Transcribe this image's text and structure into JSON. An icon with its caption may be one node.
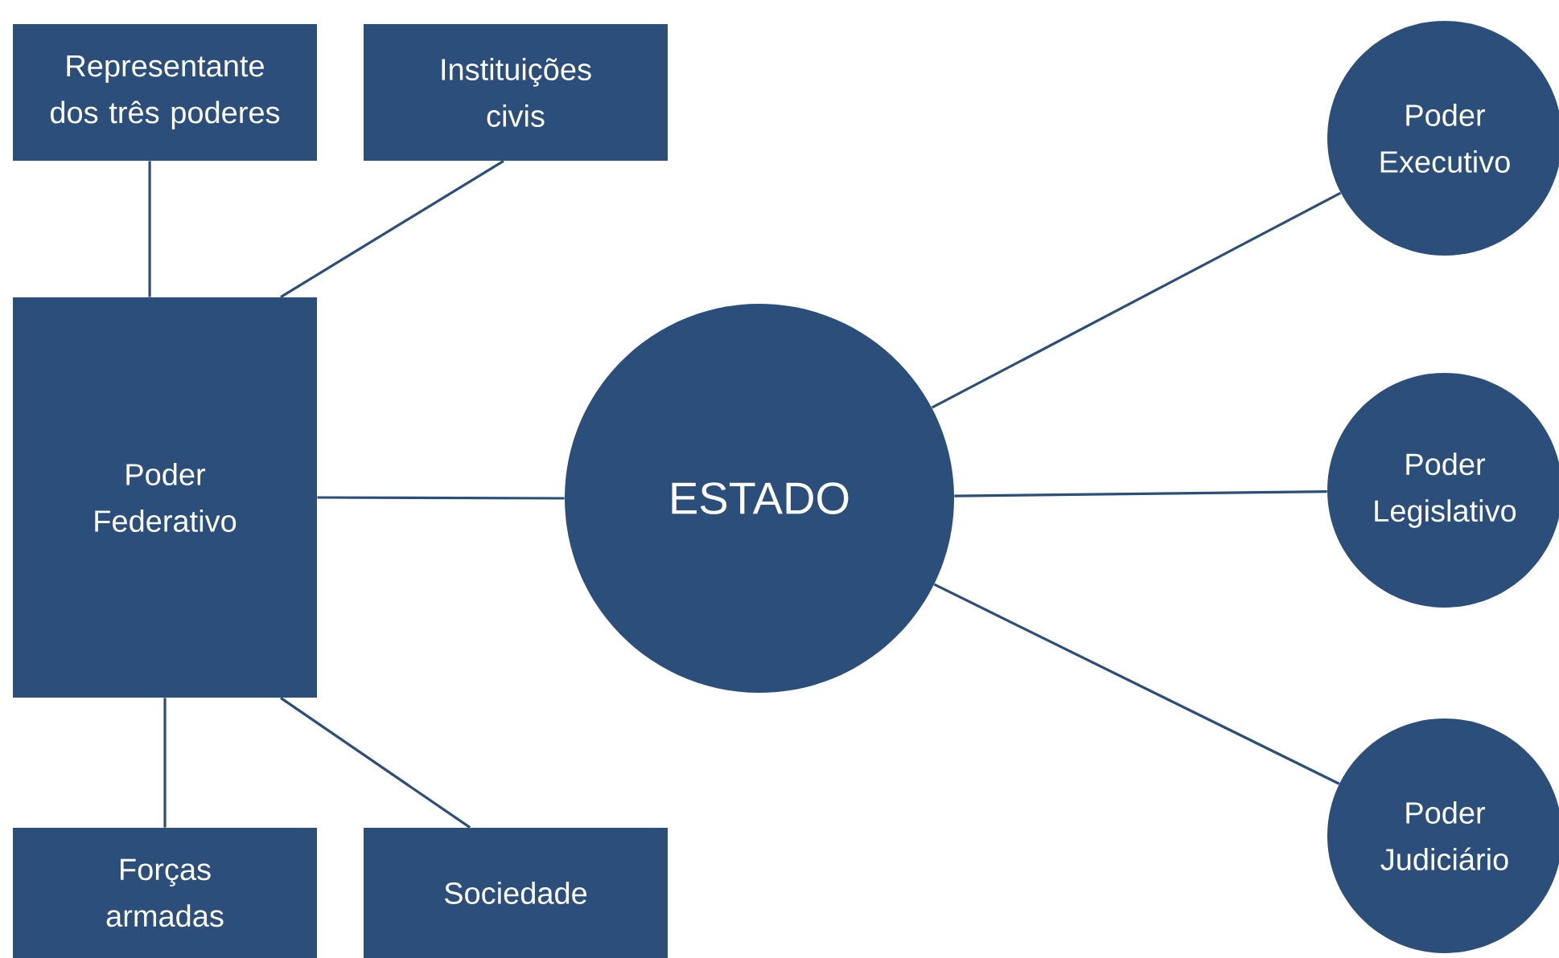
{
  "diagram": {
    "nodes": [
      {
        "text": [
          "Representante dos três poderes"
        ]
      },
      {
        "text": [
          "Instituições civis"
        ]
      },
      {
        "text": [
          "Poder Federativo"
        ]
      },
      {
        "text": [
          "ESTADO"
        ]
      },
      {
        "text": [
          "Poder Executivo"
        ]
      },
      {
        "text": [
          "Poder Legislativo"
        ]
      },
      {
        "text": [
          "Poder Judiciário"
        ]
      },
      {
        "text": [
          "Forças armadas"
        ]
      },
      {
        "text": [
          "Sociedade"
        ]
      }
    ],
    "edges": [
      {
        "from": 0,
        "to": 2,
        "arrow": "none"
      },
      {
        "from": 1,
        "to": 2,
        "arrow": "none"
      },
      {
        "from": 2,
        "to": 3,
        "arrow": "none"
      },
      {
        "from": 3,
        "to": 4,
        "arrow": "none"
      },
      {
        "from": 3,
        "to": 5,
        "arrow": "none"
      },
      {
        "from": 3,
        "to": 6,
        "arrow": "none"
      },
      {
        "from": 2,
        "to": 7,
        "arrow": "none"
      },
      {
        "from": 2,
        "to": 8,
        "arrow": "none"
      }
    ]
  }
}
